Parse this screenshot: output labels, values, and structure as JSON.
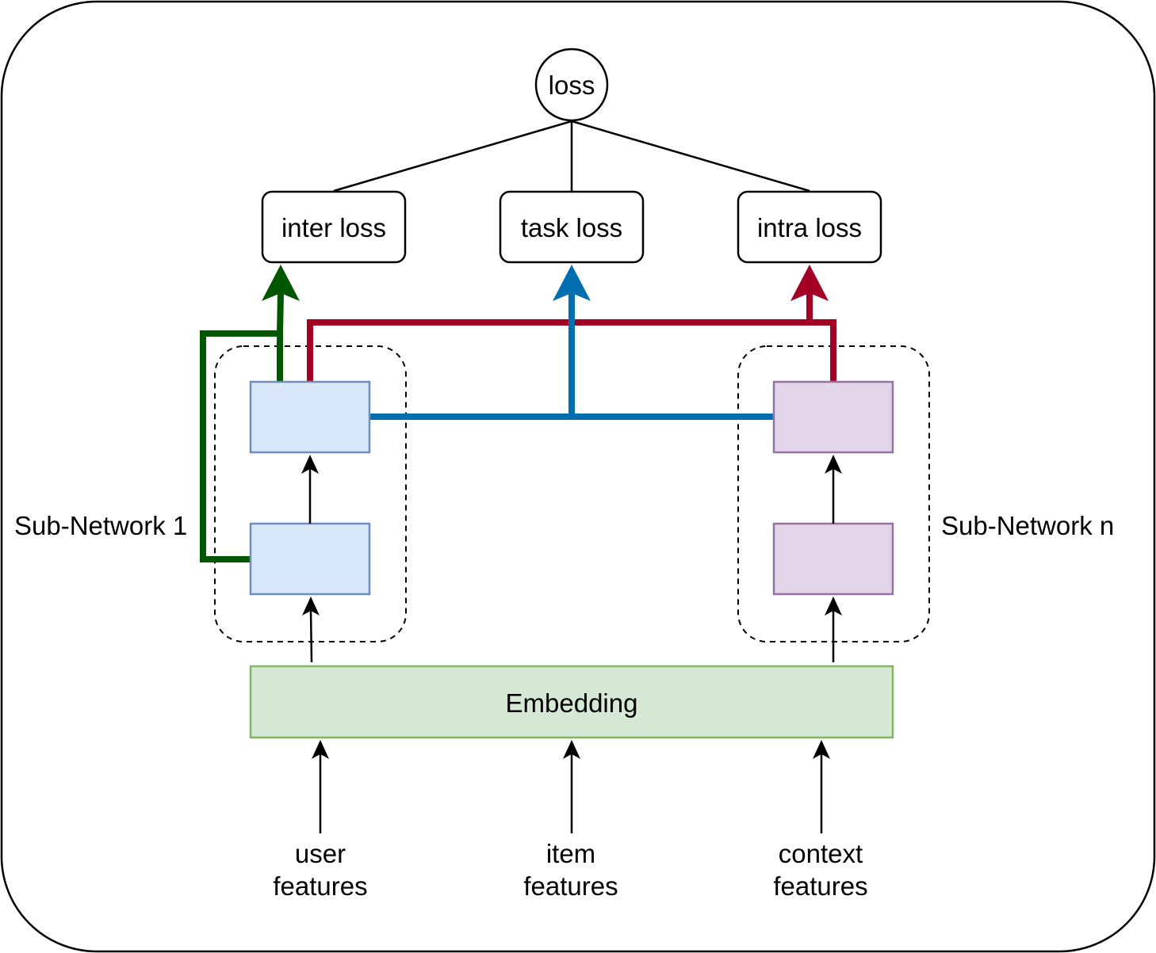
{
  "diagram": {
    "root": "loss",
    "losses": [
      "inter loss",
      "task loss",
      "intra loss"
    ],
    "sub_networks": [
      "Sub-Network 1",
      "Sub-Network n"
    ],
    "embedding": "Embedding",
    "inputs": [
      {
        "line1": "user",
        "line2": "features"
      },
      {
        "line1": "item",
        "line2": "features"
      },
      {
        "line1": "context",
        "line2": "features"
      }
    ]
  },
  "colors": {
    "green_path": "#005700",
    "blue_path": "#006EAF",
    "red_path": "#A20025",
    "blue_fill": "#DAE8FC",
    "blue_stroke": "#6C8EBF",
    "purple_fill": "#E1D5E7",
    "purple_stroke": "#9673A6",
    "embed_fill": "#D5E8D4",
    "embed_stroke": "#82B366"
  }
}
